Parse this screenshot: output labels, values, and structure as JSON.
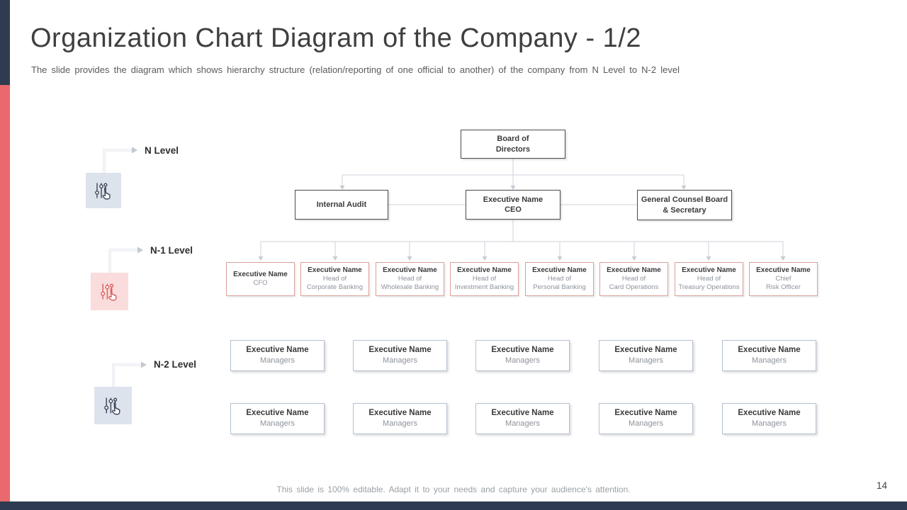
{
  "slide": {
    "title": "Organization Chart Diagram of the Company - 1/2",
    "subtitle": "The slide provides the diagram which shows hierarchy structure (relation/reporting of one official to another) of the company from N Level to N-2 level",
    "footer": "This slide is 100% editable. Adapt it to your needs and capture your audience's attention.",
    "page_number": "14"
  },
  "levels": [
    {
      "label": "N Level"
    },
    {
      "label": "N-1 Level"
    },
    {
      "label": "N-2 Level"
    }
  ],
  "colors": {
    "accent_navy": "#2e3b50",
    "accent_red": "#e9696c",
    "n1_border": "#dc9f99",
    "n2_border": "#b5c1d2",
    "connector": "#cdd2d9",
    "muted_text": "#8d939b"
  },
  "org": {
    "board": {
      "line1": "Board of",
      "line2": "Directors"
    },
    "top": [
      {
        "title": "Internal Audit"
      },
      {
        "name": "Executive Name",
        "role": "CEO"
      },
      {
        "title": "General Counsel Board & Secretary"
      }
    ],
    "n1": [
      {
        "name": "Executive Name",
        "role1": "CFO",
        "role2": ""
      },
      {
        "name": "Executive Name",
        "role1": "Head of",
        "role2": "Corporate Banking"
      },
      {
        "name": "Executive Name",
        "role1": "Head of",
        "role2": "Wholesale Banking"
      },
      {
        "name": "Executive Name",
        "role1": "Head of",
        "role2": "Investment Banking"
      },
      {
        "name": "Executive Name",
        "role1": "Head of",
        "role2": "Personal Banking"
      },
      {
        "name": "Executive Name",
        "role1": "Head of",
        "role2": "Card Operations"
      },
      {
        "name": "Executive Name",
        "role1": "Head of",
        "role2": "Treasury Operations"
      },
      {
        "name": "Executive Name",
        "role1": "Chief",
        "role2": "Risk Officer"
      }
    ],
    "n2_row1": [
      {
        "name": "Executive Name",
        "role": "Managers"
      },
      {
        "name": "Executive Name",
        "role": "Managers"
      },
      {
        "name": "Executive Name",
        "role": "Managers"
      },
      {
        "name": "Executive Name",
        "role": "Managers"
      },
      {
        "name": "Executive Name",
        "role": "Managers"
      }
    ],
    "n2_row2": [
      {
        "name": "Executive Name",
        "role": "Managers"
      },
      {
        "name": "Executive Name",
        "role": "Managers"
      },
      {
        "name": "Executive Name",
        "role": "Managers"
      },
      {
        "name": "Executive Name",
        "role": "Managers"
      },
      {
        "name": "Executive Name",
        "role": "Managers"
      }
    ]
  }
}
